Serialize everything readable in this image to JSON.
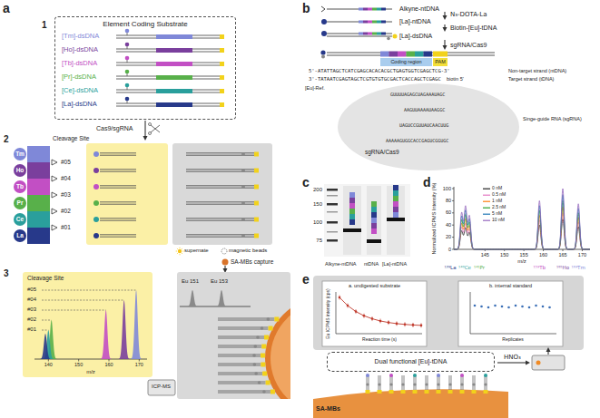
{
  "diagram": {
    "nodes": [
      {
        "text": [
          "Element Coding Substrate"
        ]
      },
      {
        "text": [
          "Tm"
        ]
      },
      {
        "text": [
          "Ho"
        ]
      },
      {
        "text": [
          "Tb"
        ]
      },
      {
        "text": [
          "Pr"
        ]
      },
      {
        "text": [
          "Ce"
        ]
      },
      {
        "text": [
          "La"
        ]
      },
      {
        "text": [
          "Coding region"
        ]
      },
      {
        "text": [
          "PAM"
        ]
      },
      {
        "text": [
          "sgRNA/Cas9"
        ]
      },
      {
        "text": [
          "a. undigested substrate"
        ]
      },
      {
        "text": [
          "b. internal standard"
        ]
      },
      {
        "text": [
          "Dual functional [Eu]-tDNA"
        ]
      },
      {
        "text": [
          "SA-MBs"
        ]
      }
    ],
    "labels": [
      "a",
      "1",
      "[Tm]-dsDNA",
      "[Ho]-dsDNA",
      "[Tb]-dsDNA",
      "[Pr]-dsDNA",
      "[Ce]-dsDNA",
      "[La]-dsDNA",
      "Cas9/sgRNA",
      "2",
      "Cleavage Site",
      "#05",
      "#04",
      "#03",
      "#02",
      "#01",
      "SA-MBs capture",
      "3",
      "Cleavage Site",
      "#05",
      "#04",
      "#03",
      "#02",
      "#01",
      "140",
      "150",
      "160",
      "170",
      "m/z",
      "ICP-MS",
      "Eu 151",
      "Eu 153",
      "b",
      "Alkyne-ntDNA",
      "[La]-ntDNA",
      "N₃-DOTA-La",
      "[La]-dsDNA",
      "Biotin-[Eu]-tDNA",
      "sgRNA/Cas9",
      "5'-ATATTAGCTCATCGAGCACACACGCTGAGTGGTCGAGCTCG-3'",
      "3'-TATAATCGAGTAGCTCGTGTGTGCGACTCACCAGCTCGAGC",
      "biotin 5'",
      "Non-target strand (ntDNA)",
      "Target strand (tDNA)",
      "[Eu]-Ref.",
      "Singe-guide RNA (sgRNA)",
      "GUUUUAGAGCUAGAAAUAGC",
      "AAGUUAAAAUAAGGC",
      "UAGUCCGUUAUCAACUUG",
      "AAAAAGUGGCACCGAGUCGGUGC",
      "c",
      "200",
      "150",
      "100",
      "75",
      "Alkyne-ntDNA",
      "ntDNA",
      "[La]-ntDNA",
      "d",
      "Normalized ICPMS Intensity (%)",
      "100",
      "80",
      "60",
      "40",
      "20",
      "0",
      "145",
      "150",
      "155",
      "160",
      "165",
      "170",
      "m/z",
      "¹³⁹La",
      "¹⁴⁰Ce",
      "¹⁴¹Pr",
      "¹⁵⁹Tb",
      "¹⁶⁵Ho",
      "¹⁶⁹Tm",
      "e",
      "Eu ICPMS intensity (cps)",
      "Reaction time (s)",
      "Replicates",
      "HNO₃"
    ],
    "legend": [
      {
        "text": "supernate"
      },
      {
        "text": "magnetic beads"
      },
      {
        "text": "0 nM"
      },
      {
        "text": "0.5 nM"
      },
      {
        "text": "1 nM"
      },
      {
        "text": "2.5 nM"
      },
      {
        "text": "5 nM"
      },
      {
        "text": "10 nM"
      }
    ]
  }
}
